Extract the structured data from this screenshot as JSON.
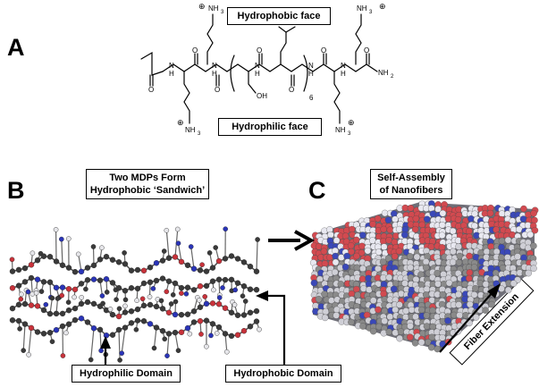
{
  "panels": {
    "a": {
      "letter": "A"
    },
    "b": {
      "letter": "B"
    },
    "c": {
      "letter": "C"
    }
  },
  "labels": {
    "hydrophobic_face": "Hydrophobic face",
    "hydrophilic_face": "Hydrophilic face",
    "two_mdps_line1": "Two MDPs Form",
    "two_mdps_line2": "Hydrophobic ‘Sandwich’",
    "self_assembly_line1": "Self-Assembly",
    "self_assembly_line2": "of Nanofibers",
    "hydrophilic_domain": "Hydrophilic Domain",
    "hydrophobic_domain": "Hydrophobic Domain",
    "fiber_extension": "Fiber Extension"
  },
  "structure": {
    "nh3": "NH",
    "nh3_sub": "3",
    "charge": "⊕",
    "nh": "N",
    "h": "H",
    "o": "O",
    "oh": "OH",
    "nh2": "NH",
    "nh2_sub": "2",
    "repeat": "6"
  },
  "colors": {
    "carbon": "#3a3a3a",
    "hydrogen": "#e6e6ea",
    "oxygen": "#c8323a",
    "nitrogen": "#2a34b8",
    "fiber_white": "#e8e8f0",
    "fiber_red": "#d24a50",
    "fiber_blue": "#3a48b8",
    "fiber_gray": "#8a8a8a"
  }
}
